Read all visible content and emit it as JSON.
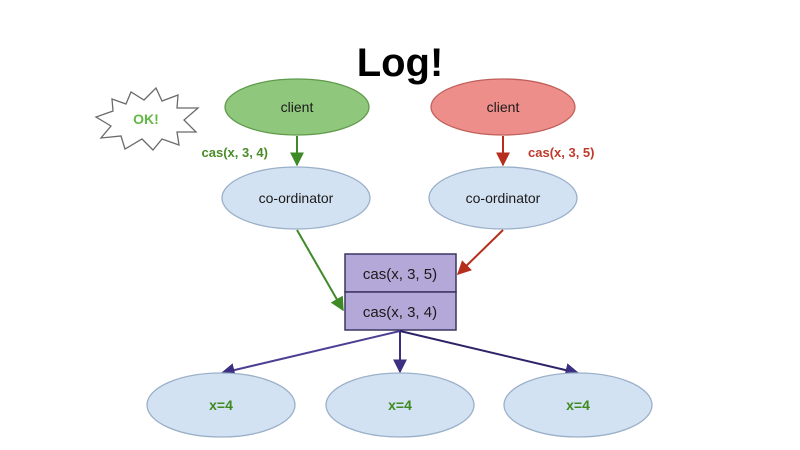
{
  "title": "Log!",
  "ok_badge": "OK!",
  "clients": [
    {
      "label": "client",
      "fill": "#8fc77c",
      "stroke": "#5f9a4b",
      "call": "cas(x, 3, 4)",
      "call_color": "#4a8c2a",
      "arrow_color": "#3d8a27"
    },
    {
      "label": "client",
      "fill": "#ee8e8a",
      "stroke": "#c0605c",
      "call": "cas(x, 3, 5)",
      "call_color": "#c0392b",
      "arrow_color": "#b52f1c"
    }
  ],
  "coordinators": [
    {
      "label": "co-ordinator"
    },
    {
      "label": "co-ordinator"
    }
  ],
  "log": {
    "entries": [
      "cas(x, 3, 5)",
      "cas(x, 3, 4)"
    ],
    "fill": "#b4a8d8",
    "stroke": "#3d3561"
  },
  "replicas": [
    {
      "label": "x=4"
    },
    {
      "label": "x=4"
    },
    {
      "label": "x=4"
    }
  ],
  "colors": {
    "node_fill": "#d3e2f2",
    "node_stroke": "#9ab0c8",
    "replica_text": "#3e8a1e",
    "ok_text": "#62b844",
    "fanout_arrow": "#3a2f80"
  }
}
